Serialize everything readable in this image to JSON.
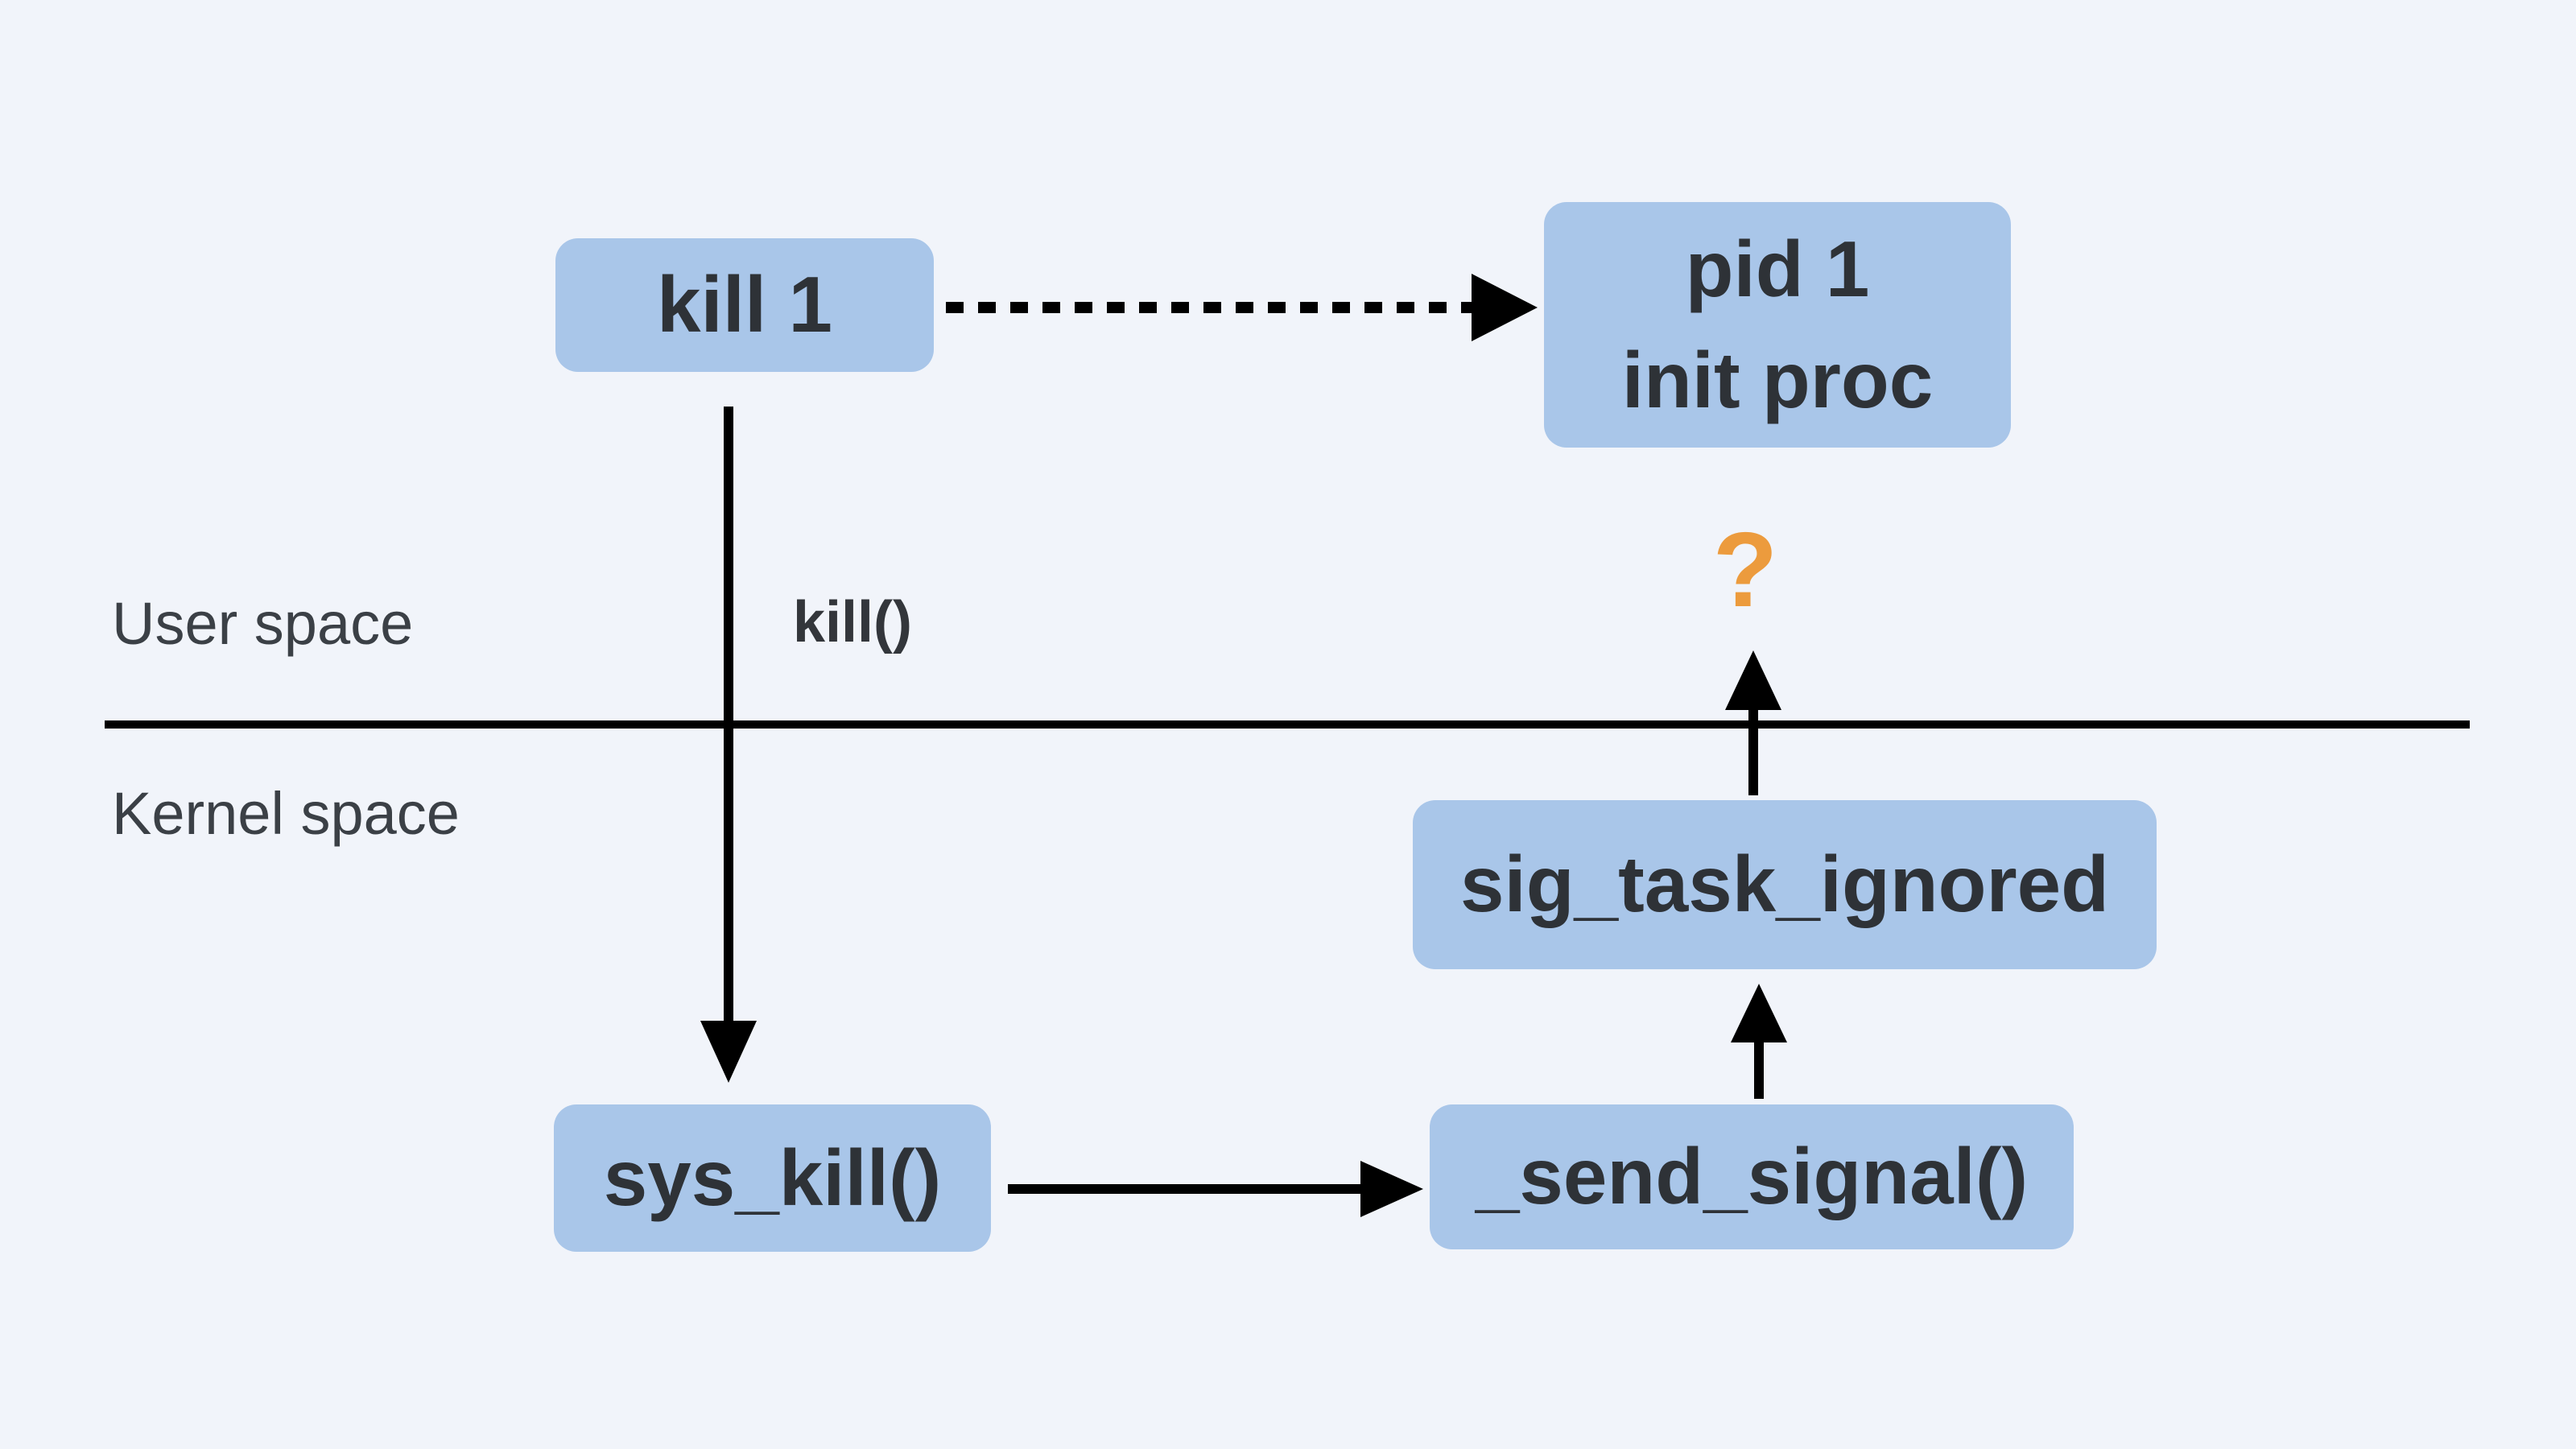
{
  "diagram": {
    "title_context": "kill 1 signal flow across user and kernel space",
    "nodes": {
      "kill1": {
        "label": "kill 1"
      },
      "pid1": {
        "line1": "pid 1",
        "line2": "init proc"
      },
      "sys_kill": {
        "label": "sys_kill()"
      },
      "send_signal": {
        "label": "_send_signal()"
      },
      "sig_task_ignored": {
        "label": "sig_task_ignored"
      }
    },
    "labels": {
      "user_space": "User space",
      "kernel_space": "Kernel space",
      "kill_call": "kill()",
      "question_mark": "?"
    },
    "edges": [
      {
        "from": "kill1",
        "to": "pid1",
        "style": "dotted",
        "direction": "right"
      },
      {
        "from": "kill1",
        "to": "sys_kill",
        "style": "solid",
        "direction": "down",
        "label": "kill()"
      },
      {
        "from": "sys_kill",
        "to": "send_signal",
        "style": "solid",
        "direction": "right"
      },
      {
        "from": "send_signal",
        "to": "sig_task_ignored",
        "style": "solid",
        "direction": "up"
      },
      {
        "from": "sig_task_ignored",
        "to": "question_mark",
        "style": "solid",
        "direction": "up"
      }
    ],
    "colors": {
      "background": "#F1F4FA",
      "node_fill": "#A9C6E9",
      "node_text": "#2E3237",
      "side_label_text": "#3B4046",
      "line": "#000000",
      "question_mark": "#EC9B3D"
    }
  }
}
